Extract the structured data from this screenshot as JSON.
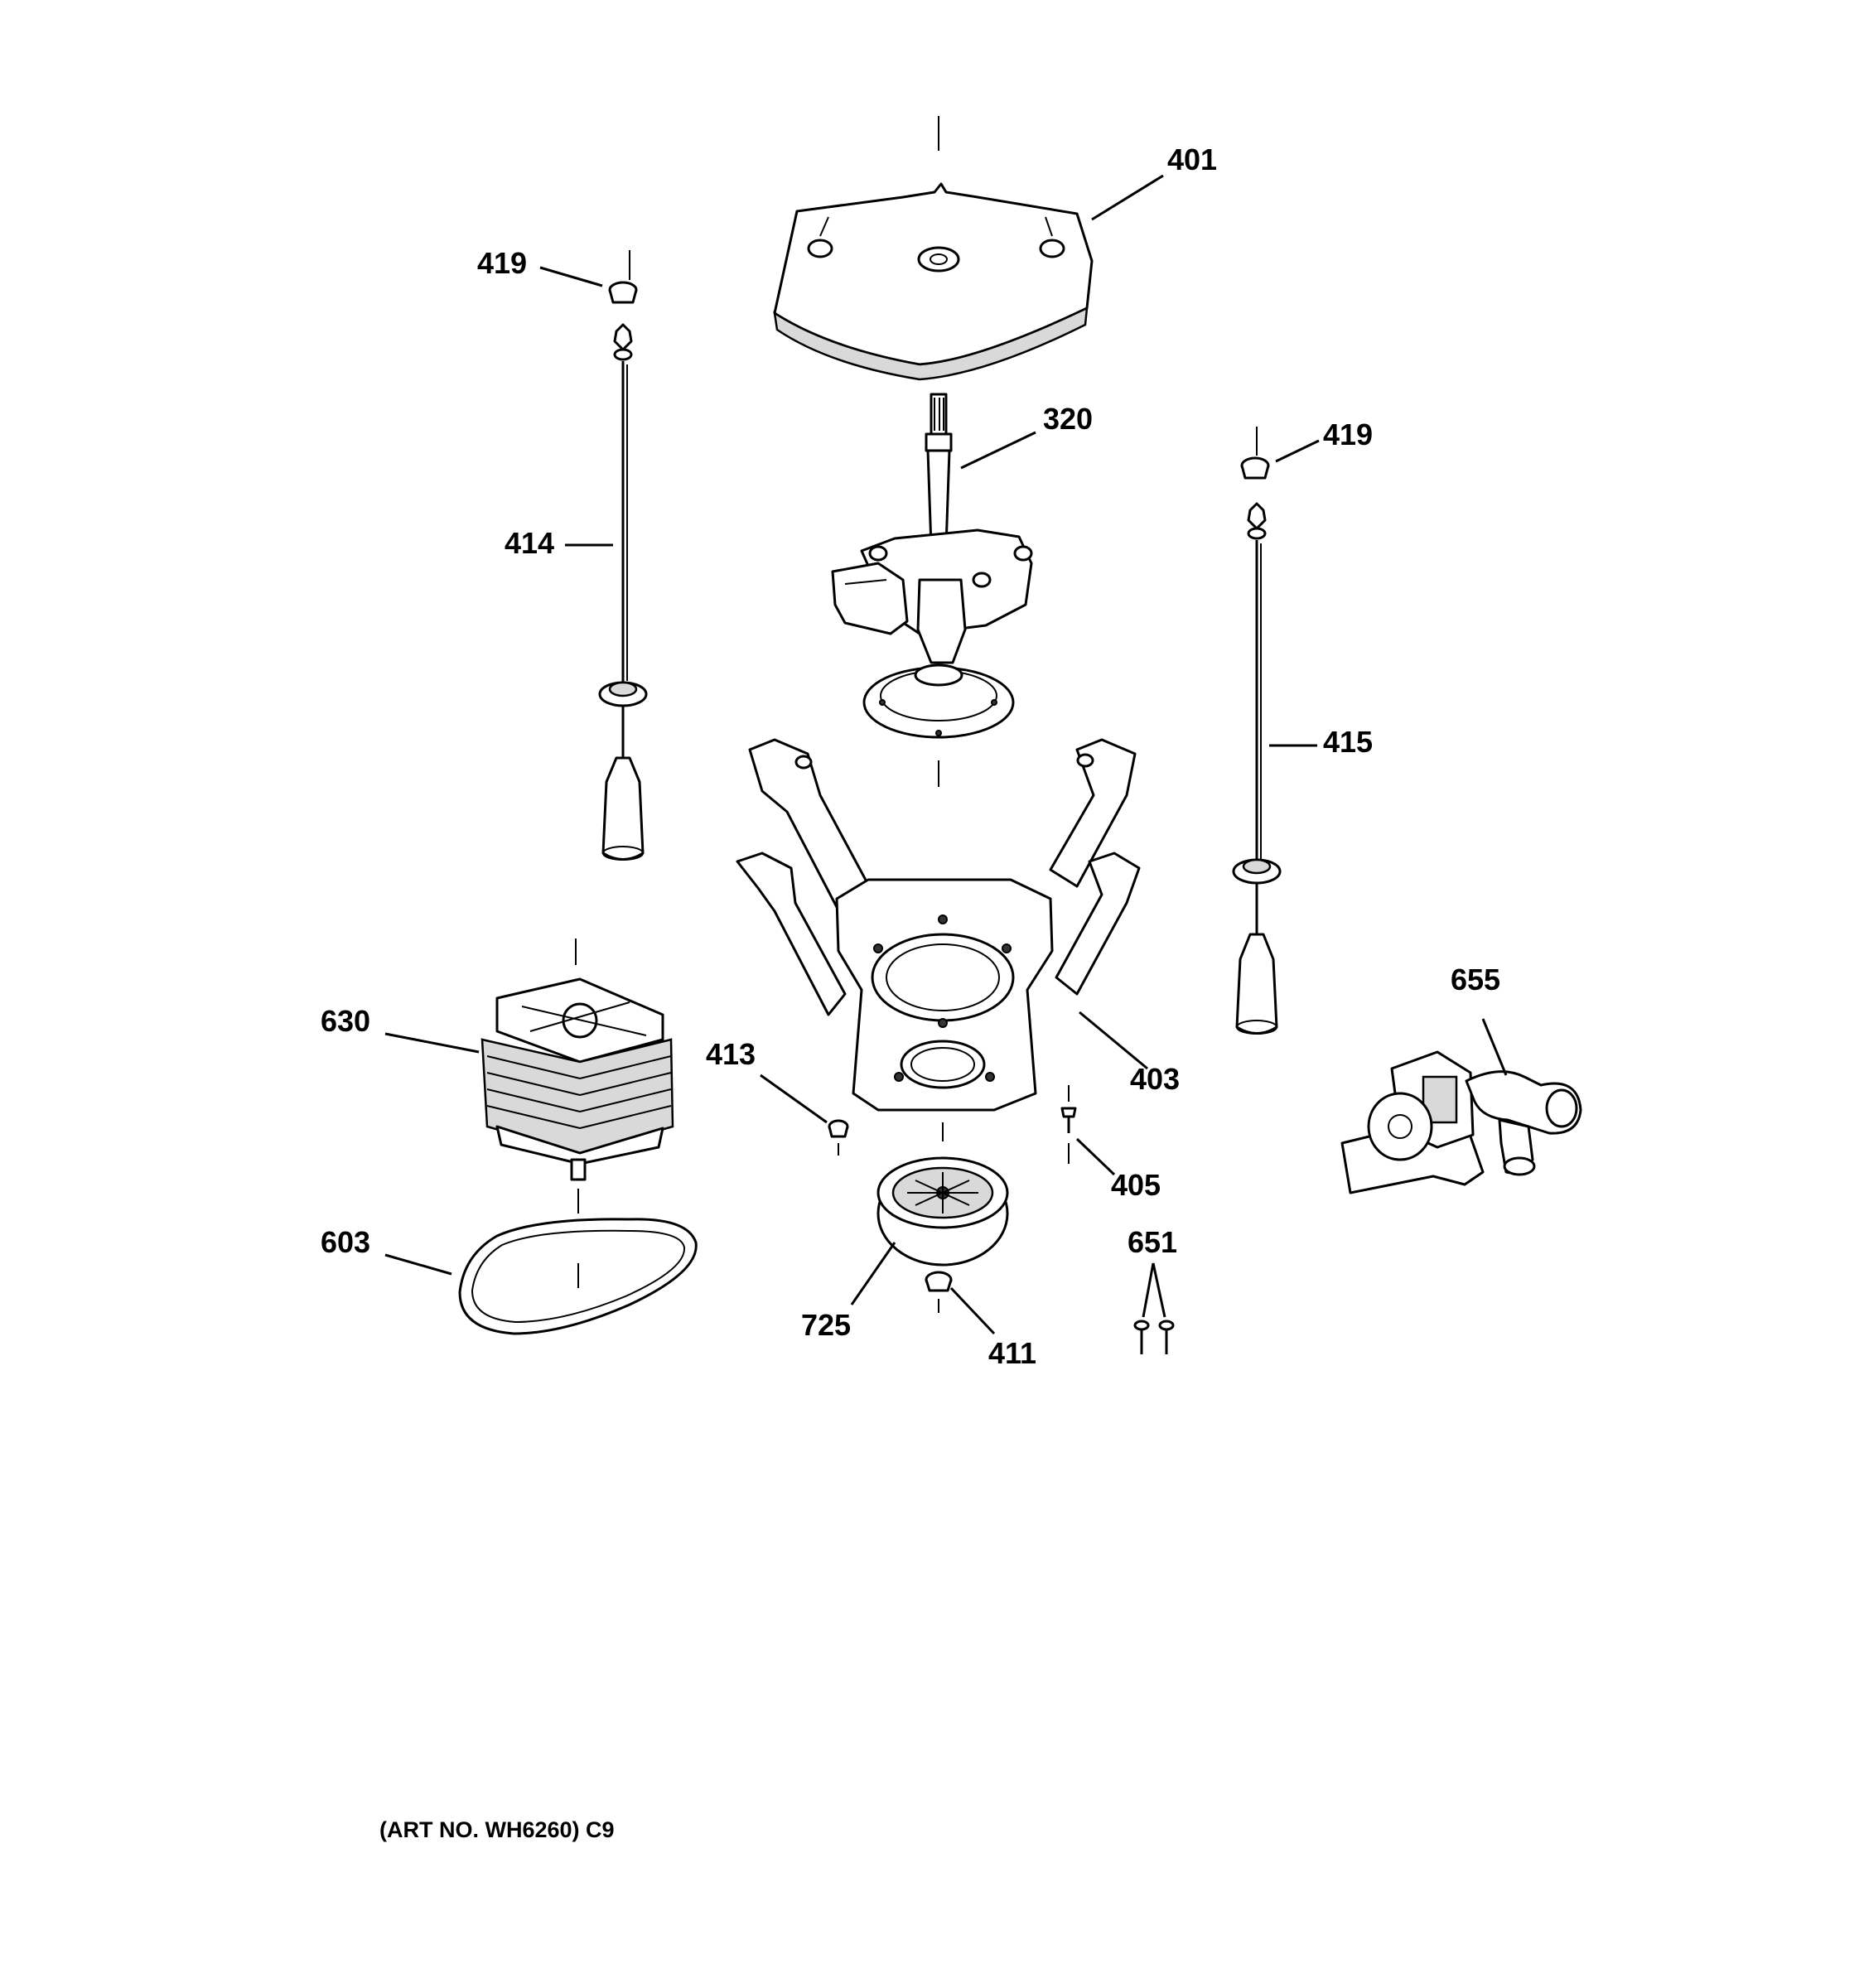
{
  "callouts": {
    "p401": "401",
    "p419a": "419",
    "p419b": "419",
    "p320": "320",
    "p414": "414",
    "p415": "415",
    "p630": "630",
    "p413": "413",
    "p403": "403",
    "p655": "655",
    "p405": "405",
    "p651": "651",
    "p603": "603",
    "p725": "725",
    "p411": "411"
  },
  "caption": "(ART NO. WH6260) C9"
}
